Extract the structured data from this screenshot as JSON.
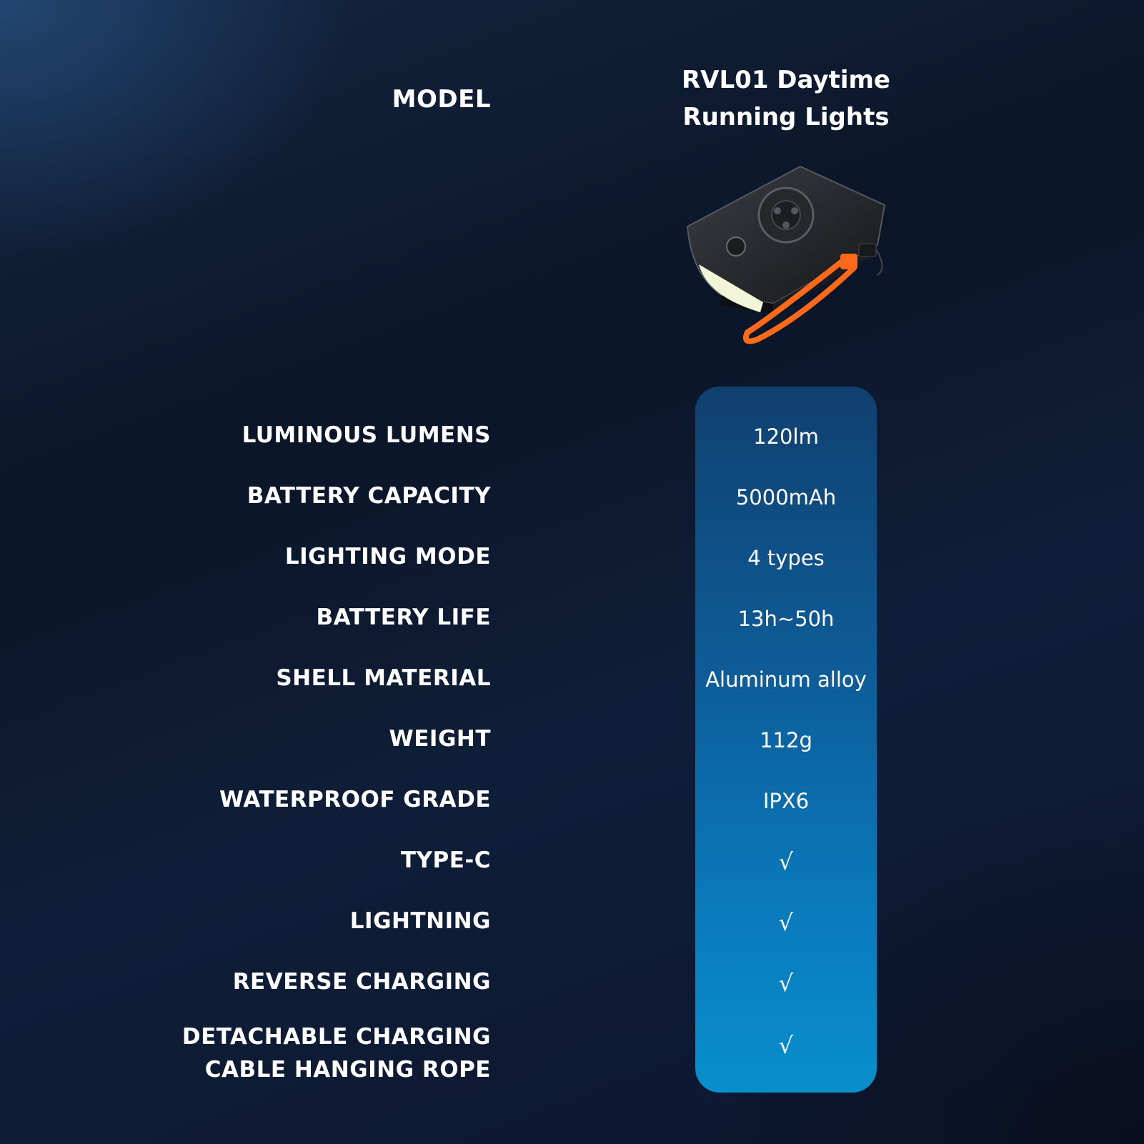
{
  "header": {
    "model_label": "MODEL",
    "model_name_line1": "RVL01 Daytime",
    "model_name_line2": "Running Lights"
  },
  "specs": [
    {
      "label": "LUMINOUS LUMENS",
      "value": "120lm"
    },
    {
      "label": "BATTERY CAPACITY",
      "value": "5000mAh"
    },
    {
      "label": "LIGHTING MODE",
      "value": "4 types"
    },
    {
      "label": "BATTERY LIFE",
      "value": "13h~50h"
    },
    {
      "label": "SHELL MATERIAL",
      "value": "Aluminum alloy"
    },
    {
      "label": "WEIGHT",
      "value": "112g"
    },
    {
      "label": "WATERPROOF GRADE",
      "value": "IPX6"
    },
    {
      "label": "TYPE-C",
      "value": "√"
    },
    {
      "label": "LIGHTNING",
      "value": "√"
    },
    {
      "label": "REVERSE CHARGING",
      "value": "√"
    },
    {
      "label_line1": "DETACHABLE CHARGING",
      "label_line2": "CABLE HANGING ROPE",
      "value": "√"
    }
  ],
  "colors": {
    "panel_top": "#10406f",
    "panel_bottom": "#088fcc",
    "strap": "#ff6a1a",
    "led": "#f2f5d8"
  },
  "icons": {
    "product": "bike-light-product-image"
  }
}
